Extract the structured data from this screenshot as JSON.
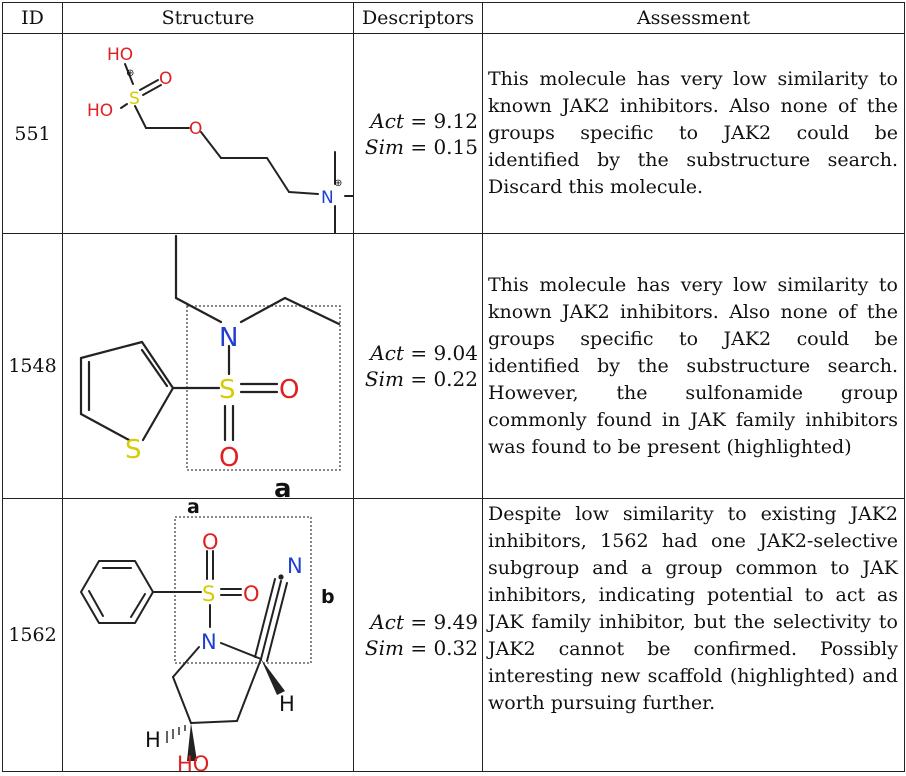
{
  "table": {
    "headers": [
      "ID",
      "Structure",
      "Descriptors",
      "Assessment"
    ],
    "rows": [
      {
        "id": "551",
        "act_label": "Act",
        "act": "= 9.12",
        "sim_label": "Sim",
        "sim": "= 0.15",
        "assessment": "This molecule has very low similarity to known JAK2 inhibitors. Also none of the groups specific to JAK2 could be identified by the substructure search. Discard this molecule."
      },
      {
        "id": "1548",
        "act_label": "Act",
        "act": "= 9.04",
        "sim_label": "Sim",
        "sim": "= 0.22",
        "assessment": "This molecule has very low similarity to known JAK2 inhibitors. Also none of the groups specific to JAK2 could be identified by the substructure search. However, the sulfonamide group commonly found in JAK family inhibitors was found to be present (highlighted)"
      },
      {
        "id": "1562",
        "act_label": "Act",
        "act": "= 9.49",
        "sim_label": "Sim",
        "sim": "= 0.32",
        "assessment": "Despite low similarity to existing JAK2 inhibitors, 1562 had one JAK2-selective subgroup and a group common to JAK inhibitors, indicating potential to act as JAK family inhibitor, but the selectivity to JAK2 cannot be confirmed. Possibly interesting new scaffold (highlighted) and worth pursuing further."
      }
    ]
  },
  "molecules": {
    "m551": {
      "ho_top": "HO",
      "ho_left": "HO",
      "s": "S",
      "s_charge": "⊕",
      "o_double": "O",
      "o_ether": "O",
      "n": "N",
      "n_charge": "⊕"
    },
    "m1548": {
      "n": "N",
      "s": "S",
      "o_right": "O",
      "o_bottom": "O",
      "s_ring": "S",
      "box_label": "a"
    },
    "m1562": {
      "box_label_a": "a",
      "box_label_b": "b",
      "o_top": "O",
      "s": "S",
      "o_right": "O",
      "n_nitrile": "N",
      "n_ring": "N",
      "h_right": "H",
      "h_left": "H",
      "ho": "HO"
    }
  }
}
